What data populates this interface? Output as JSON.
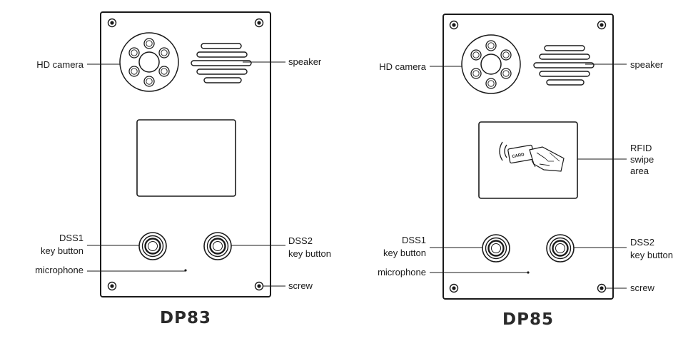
{
  "devices": [
    {
      "model": "DP83",
      "labels": {
        "hd_camera": "HD camera",
        "speaker": "speaker",
        "dss1_line1": "DSS1",
        "dss1_line2": "key button",
        "dss2_line1": "DSS2",
        "dss2_line2": "key button",
        "microphone": "microphone",
        "screw": "screw"
      }
    },
    {
      "model": "DP85",
      "labels": {
        "hd_camera": "HD camera",
        "speaker": "speaker",
        "rfid_line1": "RFID",
        "rfid_line2": "swipe",
        "rfid_line3": "area",
        "dss1_line1": "DSS1",
        "dss1_line2": "key button",
        "dss2_line1": "DSS2",
        "dss2_line2": "key button",
        "microphone": "microphone",
        "screw": "screw"
      },
      "card_text": "CARD"
    }
  ]
}
